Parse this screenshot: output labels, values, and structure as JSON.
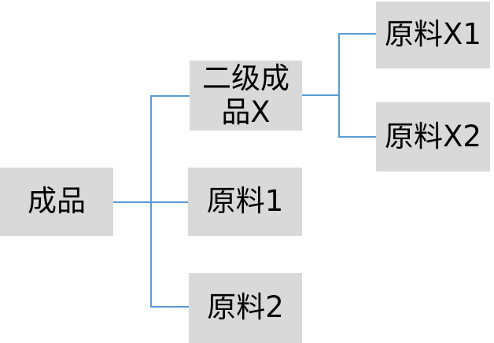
{
  "diagram": {
    "type": "tree",
    "orientation": "left-to-right",
    "colors": {
      "node_fill": "#D9D9D9",
      "connector": "#5B9BD5",
      "text": "#000000"
    },
    "nodes": [
      {
        "id": "finished-product",
        "label": "成品",
        "level": 0,
        "children": [
          "level2-product-x",
          "material-1",
          "material-2"
        ]
      },
      {
        "id": "level2-product-x",
        "label": "二级成品X",
        "level": 1,
        "children": [
          "material-x1",
          "material-x2"
        ]
      },
      {
        "id": "material-1",
        "label": "原料1",
        "level": 1,
        "children": []
      },
      {
        "id": "material-2",
        "label": "原料2",
        "level": 1,
        "children": []
      },
      {
        "id": "material-x1",
        "label": "原料X1",
        "level": 2,
        "children": []
      },
      {
        "id": "material-x2",
        "label": "原料X2",
        "level": 2,
        "children": []
      }
    ]
  }
}
